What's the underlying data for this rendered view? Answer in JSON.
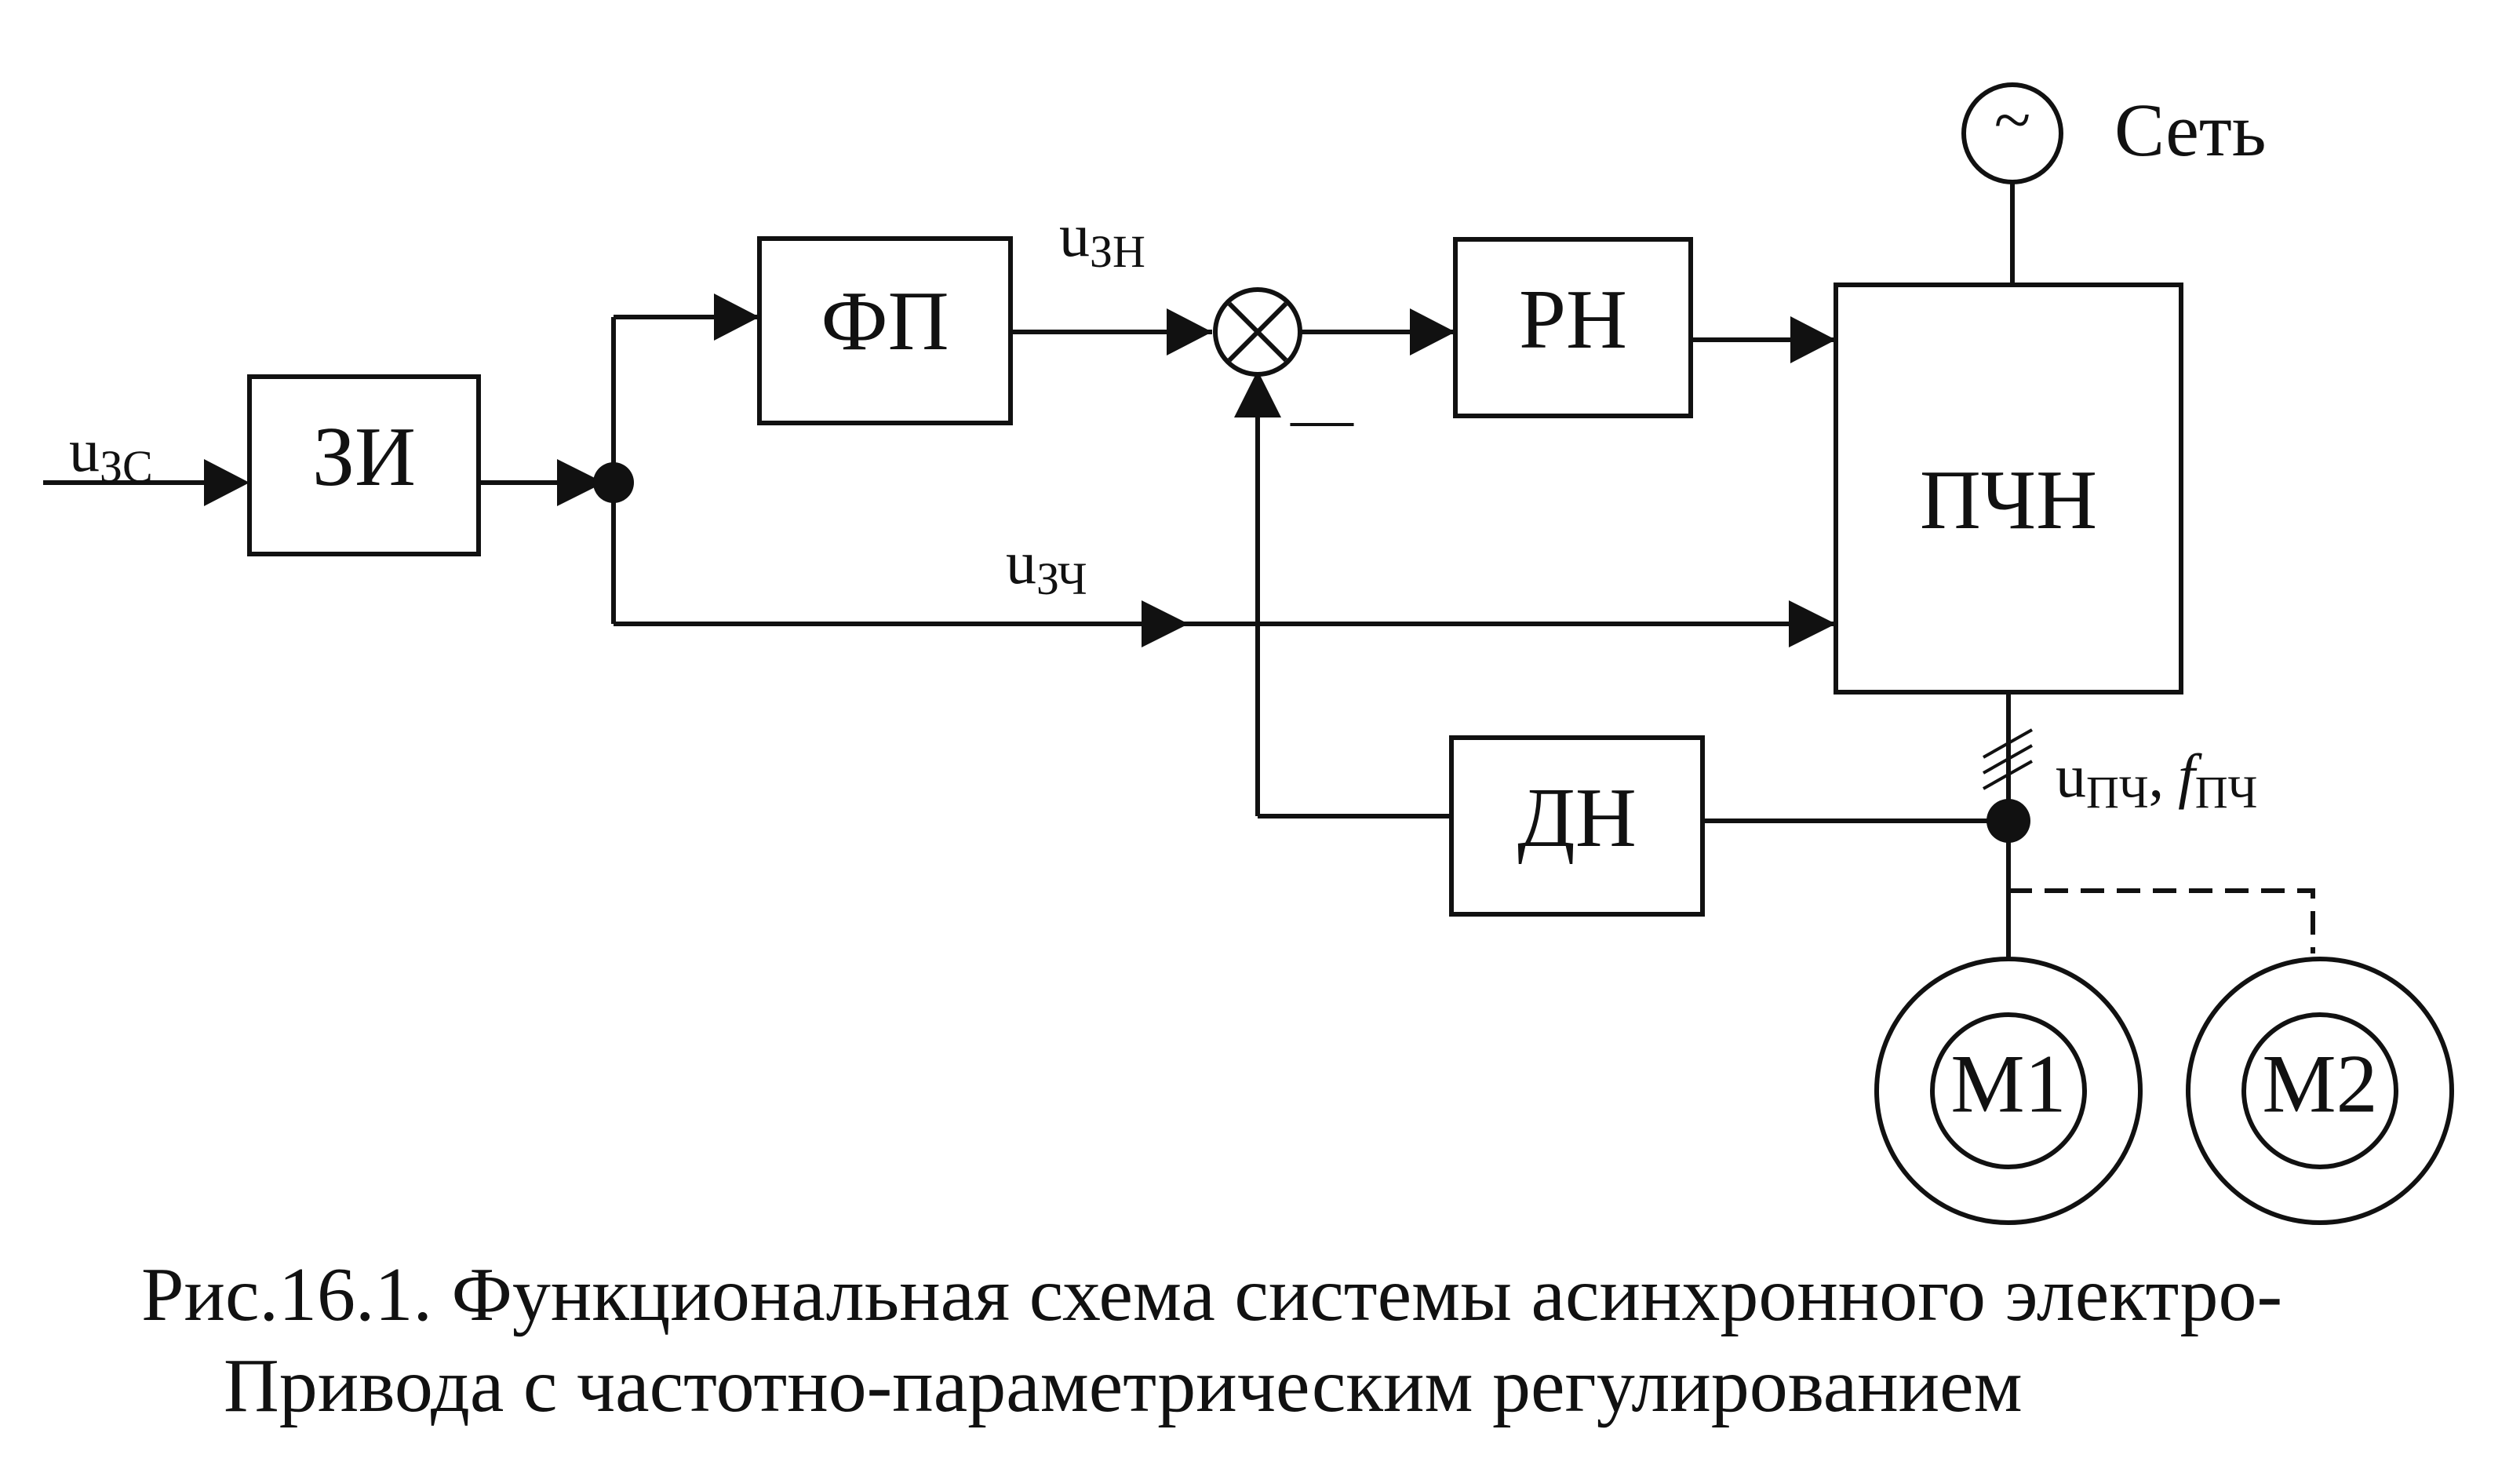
{
  "blocks": {
    "zi": "ЗИ",
    "fp": "ФП",
    "rn": "РН",
    "pchn": "ПЧН",
    "dn": "ДН",
    "m1": "М1",
    "m2": "М2",
    "source_symbol": "~",
    "network": "Сеть"
  },
  "signals": {
    "u_zc": {
      "base": "u",
      "sub": "ЗС"
    },
    "u_zn": {
      "base": "u",
      "sub": "ЗН"
    },
    "u_zch": {
      "base": "u",
      "sub": "ЗЧ"
    },
    "u_pch": {
      "base": "u",
      "sub": "ПЧ"
    },
    "f_pch": {
      "base": "f",
      "sub": "ПЧ"
    },
    "comma": ",",
    "minus": "—"
  },
  "caption": {
    "line1": "Рис.16.1. Функциональная схема системы асинхронного электро-",
    "line2": "Привода с частотно-параметрическим регулированием"
  }
}
